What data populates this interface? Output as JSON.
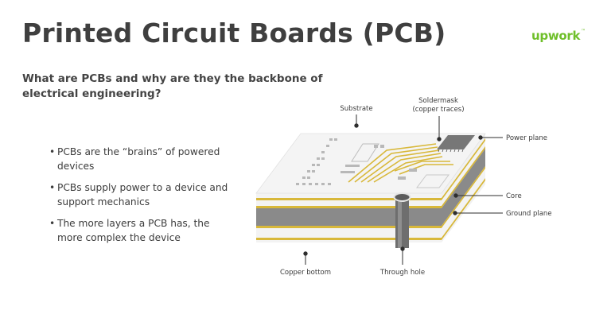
{
  "header": {
    "title": "Printed Circuit Boards (PCB)",
    "logo_text": "upwork",
    "logo_tm": "™",
    "brand_color": "#6fbf2a"
  },
  "intro": {
    "question": "What are PCBs and why are they the backbone of electrical engineering?"
  },
  "bullets": [
    "PCBs are the “brains” of powered devices",
    "PCBs supply power to a device and support mechanics",
    "The more layers a PCB has, the more complex the device"
  ],
  "diagram": {
    "labels": {
      "substrate": "Substrate",
      "soldermask_line1": "Soldermask",
      "soldermask_line2": "(copper traces)",
      "power_plane": "Power plane",
      "core": "Core",
      "ground_plane": "Ground plane",
      "copper_bottom": "Copper bottom",
      "through_hole": "Through hole"
    },
    "colors": {
      "copper": "#d8b83a",
      "core": "#8a8a8a",
      "board": "#f2f2f2",
      "chip": "#777777"
    }
  }
}
